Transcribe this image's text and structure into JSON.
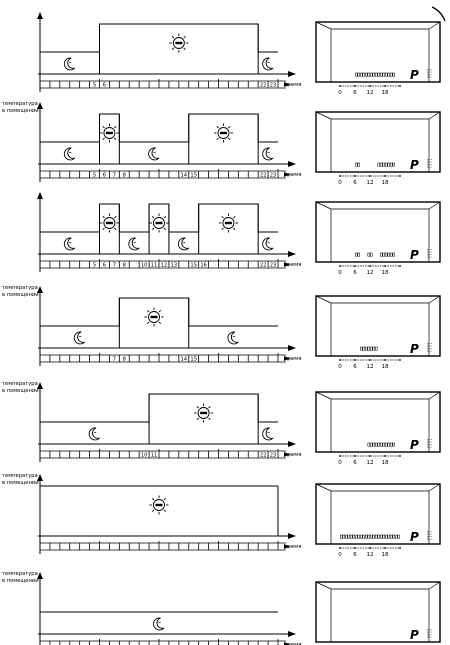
{
  "labels": {
    "y_axis_line1": "температура",
    "y_axis_line2": "в помещении",
    "x_axis": "время",
    "program_letter": "P",
    "display_scale": [
      "0",
      "6",
      "12",
      "18"
    ]
  },
  "icons": {
    "day": "sun-icon",
    "night": "moon-icon",
    "arrow": "arrow-icon"
  },
  "programs": [
    {
      "segments": [
        {
          "from": 0,
          "to": 6,
          "level": "night"
        },
        {
          "from": 6,
          "to": 22,
          "level": "day"
        },
        {
          "from": 22,
          "to": 24,
          "level": "night"
        }
      ],
      "hour_labels": [
        {
          "h": 5,
          "t": "5"
        },
        {
          "h": 6,
          "t": "6"
        },
        {
          "h": 22,
          "t": "22"
        },
        {
          "h": 23,
          "t": "23"
        }
      ],
      "show_y_label": false,
      "display_blocks": [
        [
          6,
          22
        ]
      ]
    },
    {
      "segments": [
        {
          "from": 0,
          "to": 6,
          "level": "night"
        },
        {
          "from": 6,
          "to": 8,
          "level": "day"
        },
        {
          "from": 8,
          "to": 15,
          "level": "night"
        },
        {
          "from": 15,
          "to": 22,
          "level": "day"
        },
        {
          "from": 22,
          "to": 24,
          "level": "night"
        }
      ],
      "hour_labels": [
        {
          "h": 5,
          "t": "5"
        },
        {
          "h": 6,
          "t": "6"
        },
        {
          "h": 7,
          "t": "7"
        },
        {
          "h": 8,
          "t": "8"
        },
        {
          "h": 14,
          "t": "14"
        },
        {
          "h": 15,
          "t": "15"
        },
        {
          "h": 22,
          "t": "22"
        },
        {
          "h": 23,
          "t": "23"
        }
      ],
      "show_y_label": true,
      "display_blocks": [
        [
          6,
          8
        ],
        [
          15,
          22
        ]
      ]
    },
    {
      "segments": [
        {
          "from": 0,
          "to": 6,
          "level": "night"
        },
        {
          "from": 6,
          "to": 8,
          "level": "day"
        },
        {
          "from": 8,
          "to": 11,
          "level": "night"
        },
        {
          "from": 11,
          "to": 13,
          "level": "day"
        },
        {
          "from": 13,
          "to": 16,
          "level": "night"
        },
        {
          "from": 16,
          "to": 22,
          "level": "day"
        },
        {
          "from": 22,
          "to": 24,
          "level": "night"
        }
      ],
      "hour_labels": [
        {
          "h": 5,
          "t": "5"
        },
        {
          "h": 6,
          "t": "6"
        },
        {
          "h": 7,
          "t": "7"
        },
        {
          "h": 8,
          "t": "8"
        },
        {
          "h": 10,
          "t": "10"
        },
        {
          "h": 11,
          "t": "11"
        },
        {
          "h": 12,
          "t": "12"
        },
        {
          "h": 13,
          "t": "13"
        },
        {
          "h": 15,
          "t": "15"
        },
        {
          "h": 16,
          "t": "16"
        },
        {
          "h": 22,
          "t": "22"
        },
        {
          "h": 23,
          "t": "23"
        }
      ],
      "show_y_label": false,
      "display_blocks": [
        [
          6,
          8
        ],
        [
          11,
          13
        ],
        [
          16,
          22
        ]
      ]
    },
    {
      "segments": [
        {
          "from": 0,
          "to": 8,
          "level": "night"
        },
        {
          "from": 8,
          "to": 15,
          "level": "day"
        },
        {
          "from": 15,
          "to": 24,
          "level": "night"
        }
      ],
      "hour_labels": [
        {
          "h": 7,
          "t": "7"
        },
        {
          "h": 8,
          "t": "8"
        },
        {
          "h": 14,
          "t": "14"
        },
        {
          "h": 15,
          "t": "15"
        }
      ],
      "show_y_label": true,
      "display_blocks": [
        [
          8,
          15
        ]
      ]
    },
    {
      "segments": [
        {
          "from": 0,
          "to": 11,
          "level": "night"
        },
        {
          "from": 11,
          "to": 22,
          "level": "day"
        },
        {
          "from": 22,
          "to": 24,
          "level": "night"
        }
      ],
      "hour_labels": [
        {
          "h": 10,
          "t": "10"
        },
        {
          "h": 11,
          "t": "11"
        },
        {
          "h": 22,
          "t": "22"
        },
        {
          "h": 23,
          "t": "23"
        }
      ],
      "show_y_label": true,
      "display_blocks": [
        [
          11,
          22
        ]
      ]
    },
    {
      "segments": [
        {
          "from": 0,
          "to": 24,
          "level": "day"
        }
      ],
      "hour_labels": [],
      "show_y_label": true,
      "display_blocks": [
        [
          0,
          24
        ]
      ]
    },
    {
      "segments": [
        {
          "from": 0,
          "to": 24,
          "level": "night"
        }
      ],
      "hour_labels": [],
      "show_y_label": true,
      "display_blocks": []
    }
  ]
}
